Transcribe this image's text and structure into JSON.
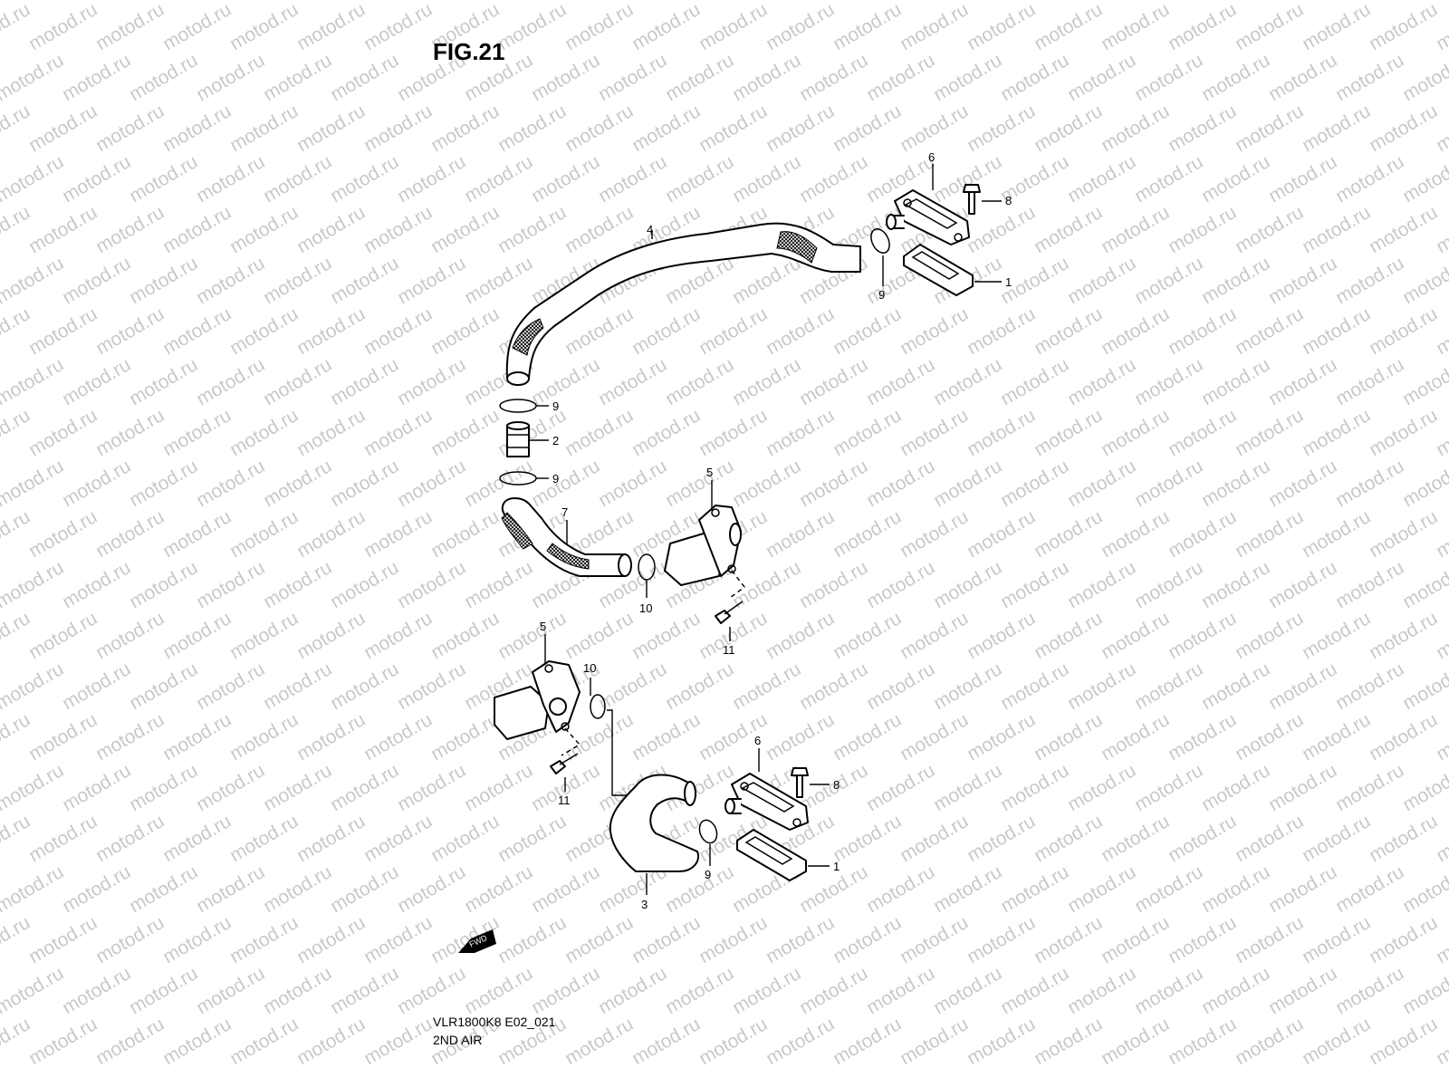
{
  "figure": {
    "title": "FIG.21",
    "code": "VLR1800K8 E02_021",
    "name": "2ND AIR",
    "watermark": "motod.ru",
    "fwd_icon_label": "FWD"
  },
  "callouts": {
    "c1a": "6",
    "c1b": "8",
    "c1c": "4",
    "c1d": "9",
    "c1e": "1",
    "c2a": "9",
    "c2b": "2",
    "c2c": "9",
    "c3a": "7",
    "c3b": "5",
    "c3c": "10",
    "c3d": "11",
    "c4a": "5",
    "c4b": "10",
    "c4c": "11",
    "c4d": "6",
    "c4e": "8",
    "c4f": "9",
    "c4g": "1",
    "c4h": "3"
  },
  "colors": {
    "ink": "#000000",
    "watermark": "#c9c9c9",
    "background": "#ffffff"
  }
}
